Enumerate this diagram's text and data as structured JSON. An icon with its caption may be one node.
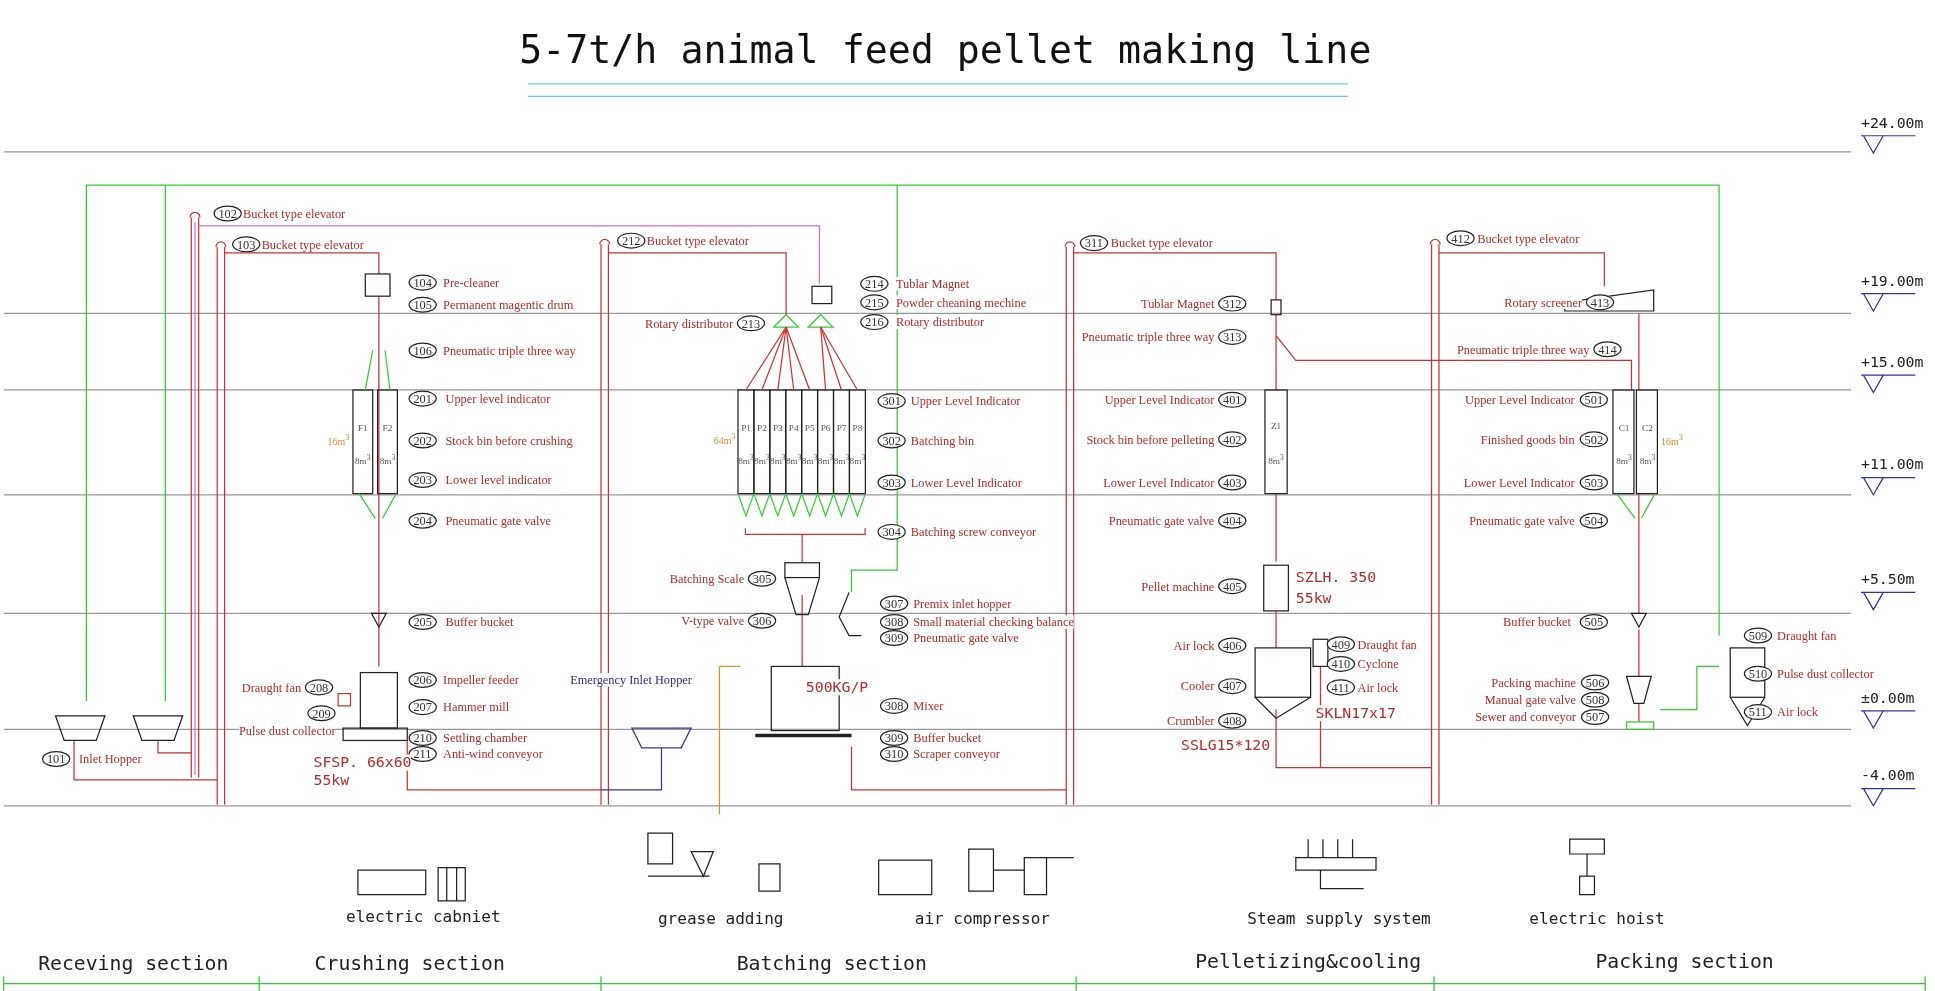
{
  "diagram": {
    "title": "5-7t/h animal feed pellet making line",
    "labels": [
      "101",
      "Inlet Hopper",
      "102",
      "Bucket type elevator",
      "103",
      "Bucket type elevator",
      "104",
      "Pre-cleaner",
      "105",
      "Permanent magentic drum",
      "106",
      "Pneumatic triple three way",
      "16m$^{3}$",
      "F1",
      "F2",
      "8m$^{3}$",
      "8m$^{3}$",
      "201",
      "Upper level indicator",
      "202",
      "Stock bin before crushing",
      "203",
      "Lower level indicator",
      "204",
      "Pneumatic gate valve",
      "205",
      "Buffer bucket",
      "Draught fan",
      "208",
      "209",
      "Pulse dust collector",
      "206",
      "Impeller feeder",
      "207",
      "Hammer mill",
      "210",
      "Settling chamber",
      "211",
      "Anti-wind conveyor",
      "SFSP. 66x60",
      "55kw",
      "Emergency Inlet Hopper",
      "212",
      "Bucket type elevator",
      "Rotary distributor",
      "213",
      "214",
      "Tublar Magnet",
      "215",
      "Powder cheaning mechine",
      "216",
      "Rotary distributor",
      "64m$^{3}$",
      "P1",
      "P2",
      "P3",
      "P4",
      "P5",
      "P6",
      "P7",
      "P8",
      "8m$^{3}$",
      "8m$^{3}$",
      "8m$^{3}$",
      "8m$^{3}$",
      "8m$^{3}$",
      "8m$^{3}$",
      "8m$^{3}$",
      "8m$^{3}$",
      "301",
      "Upper Level Indicator",
      "302",
      "Batching bin",
      "303",
      "Lower Level Indicator",
      "304",
      "Batching screw conveyor",
      "Batching Scale",
      "305",
      "V-type valve",
      "306",
      "307",
      "Premix inlet hopper",
      "308",
      "Small material checking balance",
      "309",
      "Pneumatic gate valve",
      "500KG/P",
      "308",
      "Mixer",
      "309",
      "Buffer bucket",
      "310",
      "Scraper conveyor",
      "311",
      "Bucket type elevator",
      "Tublar Magnet",
      "312",
      "Pneumatic triple three way",
      "313",
      "Upper Level Indicator",
      "401",
      "Stock bin before pelleting",
      "402",
      "Lower Level Indicator",
      "403",
      "Pneumatic gate valve",
      "404",
      "Z1",
      "8m$^{3}$",
      "Pellet machine",
      "405",
      "SZLH. 350",
      "55kw",
      "Air lock",
      "406",
      "Cooler",
      "407",
      "Crumbler",
      "408",
      "409",
      "Draught fan",
      "410",
      "Cyclone",
      "411",
      "Air lock",
      "SKLN17x17",
      "SSLG15*120",
      "412",
      "Bucket type elevator",
      "Rotary screener",
      "413",
      "Pneumatic triple three way",
      "414",
      "Upper Level Indicator",
      "501",
      "Finished goods bin",
      "502",
      "Lower Level Indicator",
      "503",
      "Pneumatic gate valve",
      "504",
      "C1",
      "C2",
      "8m$^{3}$",
      "8m$^{3}$",
      "16m$^{3}$",
      "Buffer bucket",
      "505",
      "Packing machine",
      "506",
      "Manual gate valve",
      "508",
      "Sewer and conveyor",
      "507",
      "509",
      "Draught fan",
      "510",
      "Pulse dust collector",
      "511",
      "Air lock",
      "+24.00m",
      "+19.00m",
      "+15.00m",
      "+11.00m",
      "+5.50m",
      "±0.00m",
      "-4.00m",
      "electric cabniet",
      "grease adding",
      "air compressor",
      "Steam supply system",
      "electric hoist",
      "Receving section",
      "Crushing section",
      "Batching section",
      "Pelletizing&cooling",
      "Packing section"
    ]
  }
}
